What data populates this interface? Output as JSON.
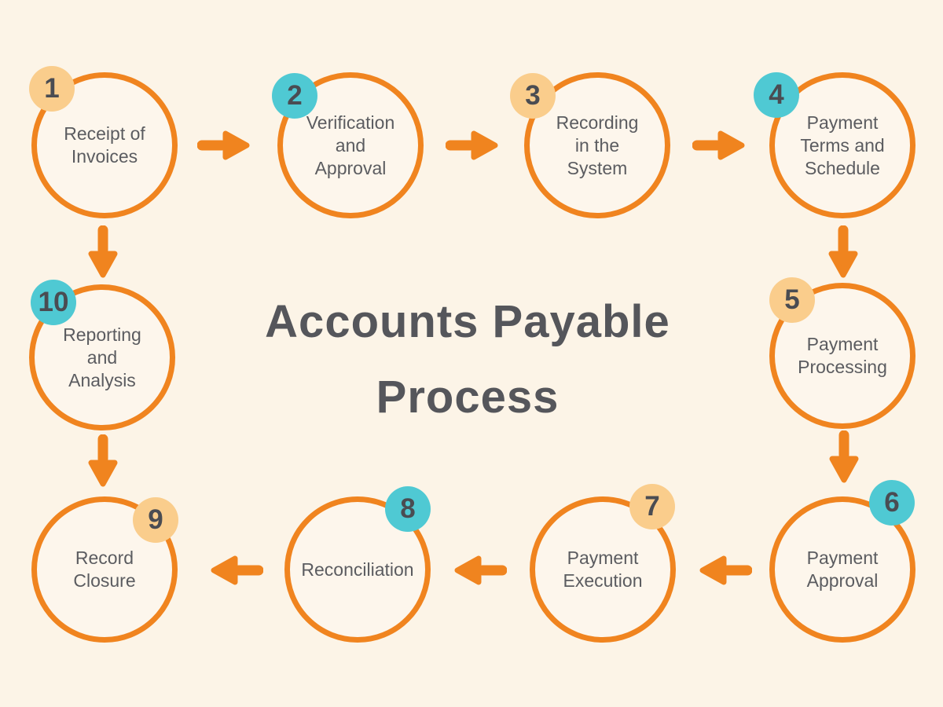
{
  "title": {
    "line1": "Accounts Payable",
    "line2": "Process"
  },
  "steps": [
    {
      "number": "1",
      "label": "Receipt of\nInvoices",
      "badge_color": "peach"
    },
    {
      "number": "2",
      "label": "Verification\nand\nApproval",
      "badge_color": "teal"
    },
    {
      "number": "3",
      "label": "Recording\nin the\nSystem",
      "badge_color": "peach"
    },
    {
      "number": "4",
      "label": "Payment\nTerms and\nSchedule",
      "badge_color": "teal"
    },
    {
      "number": "5",
      "label": "Payment\nProcessing",
      "badge_color": "peach"
    },
    {
      "number": "6",
      "label": "Payment\nApproval",
      "badge_color": "teal"
    },
    {
      "number": "7",
      "label": "Payment\nExecution",
      "badge_color": "peach"
    },
    {
      "number": "8",
      "label": "Reconciliation",
      "badge_color": "teal"
    },
    {
      "number": "9",
      "label": "Record\nClosure",
      "badge_color": "peach"
    },
    {
      "number": "10",
      "label": "Reporting\nand\nAnalysis",
      "badge_color": "teal"
    }
  ],
  "flow": [
    {
      "from": "1",
      "to": "2"
    },
    {
      "from": "2",
      "to": "3"
    },
    {
      "from": "3",
      "to": "4"
    },
    {
      "from": "4",
      "to": "5"
    },
    {
      "from": "5",
      "to": "6"
    },
    {
      "from": "6",
      "to": "7"
    },
    {
      "from": "7",
      "to": "8"
    },
    {
      "from": "8",
      "to": "9"
    },
    {
      "from": "1",
      "to": "10"
    },
    {
      "from": "10",
      "to": "9"
    }
  ],
  "colors": {
    "background": "#FCF4E7",
    "circle_outline": "#F0841F",
    "arrow": "#F0841F",
    "badge_peach": "#FACD8C",
    "badge_teal": "#4FC9D3",
    "title_text": "#55565B",
    "label_text": "#5B5C60",
    "number_text": "#4A4C52"
  }
}
